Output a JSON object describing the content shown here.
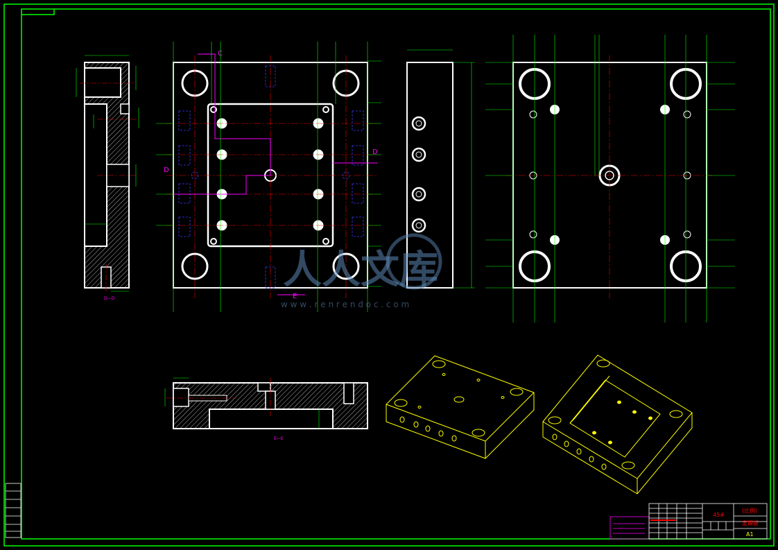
{
  "colors": {
    "background": "#000000",
    "border": "#00ff00",
    "outline": "#ffffff",
    "hatch": "#ffffff",
    "centerline": "#ff0000",
    "hidden": "#3c3cff",
    "dimension": "#00ff00",
    "section": "#ff00ff",
    "iso": "#ffff00",
    "watermark": "#5c88b5"
  },
  "section_labels": {
    "left_view_caption": "D—D",
    "bottom_view_caption": "E—E",
    "marker_c": "C",
    "marker_d": "D",
    "marker_e": "E"
  },
  "watermark": {
    "brand": "人人文库",
    "url": "w w w . r e n r e n d o c . c o m"
  },
  "title_block": {
    "material": "45#",
    "scale_label": "(比例)",
    "drawing_name": "定模板",
    "sheet_size": "A1"
  },
  "icons": {
    "watermark_logo": "renrendoc-logo-icon"
  }
}
